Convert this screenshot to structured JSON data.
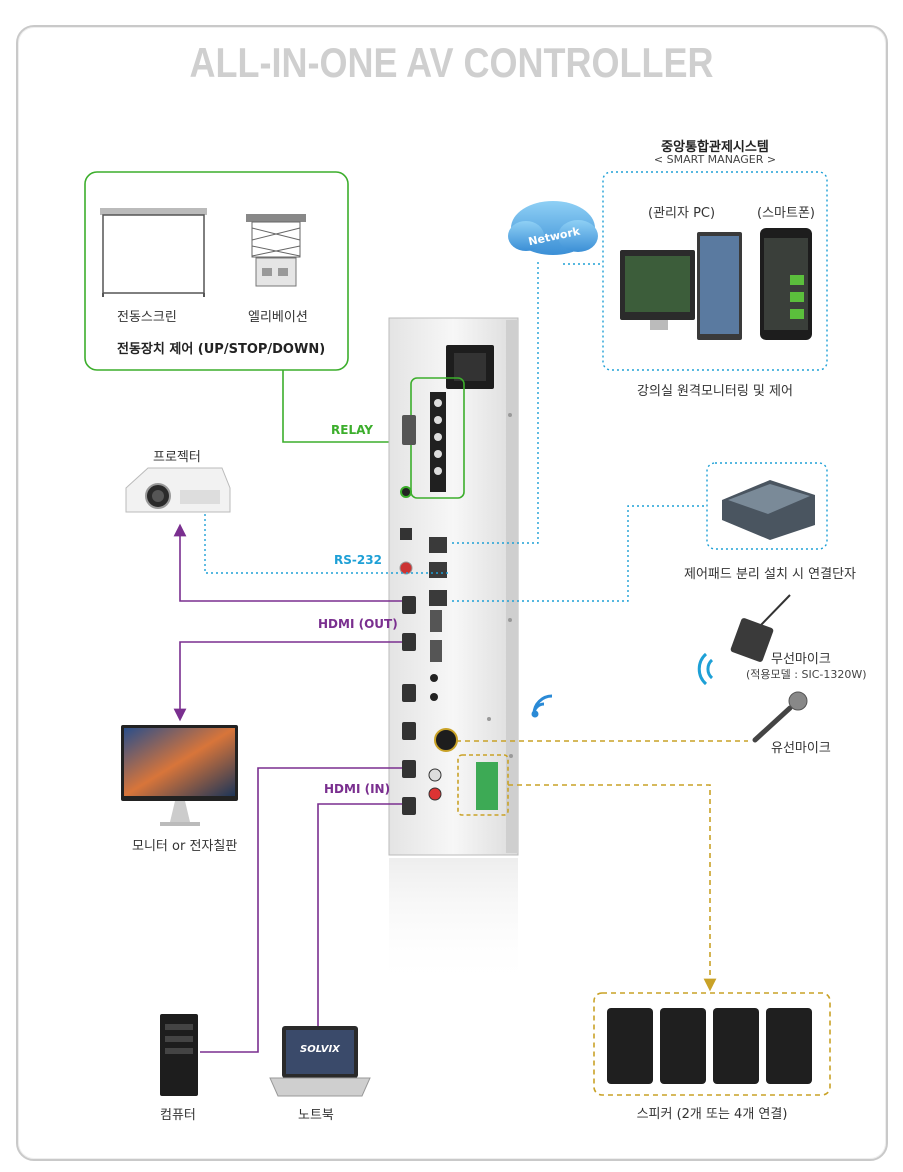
{
  "title": "ALL-IN-ONE AV CONTROLLER",
  "devices": {
    "screen": "전동스크린",
    "elevation": "엘리베이션",
    "motor_control": "전동장치 제어 (UP/STOP/DOWN)",
    "projector": "프로젝터",
    "monitor": "모니터 or 전자칠판",
    "computer": "컴퓨터",
    "notebook": "노트북",
    "notebook_brand": "SOLVIX",
    "speaker": "스피커 (2개 또는 4개 연결)",
    "control_pad": "제어패드 분리 설치 시 연결단자",
    "wireless_mic": "무선마이크",
    "wireless_mic_model": "(적용모델 : SIC-1320W)",
    "wired_mic": "유선마이크",
    "network": "Network",
    "remote_monitoring": "강의실 원격모니터링 및 제어"
  },
  "smart_manager": {
    "title": "중앙통합관제시스템",
    "subtitle": "< SMART MANAGER >",
    "pc_label": "(관리자 PC)",
    "phone_label": "(스마트폰)"
  },
  "cables": {
    "relay": "RELAY",
    "rs232": "RS-232",
    "hdmi_out": "HDMI (OUT)",
    "hdmi_in": "HDMI (IN)"
  },
  "colors": {
    "relay": "#3cae2c",
    "network": "#1ea0d6",
    "hdmi": "#7a2f8f",
    "audio": "#c9a227",
    "title": "#cfcfcf"
  }
}
